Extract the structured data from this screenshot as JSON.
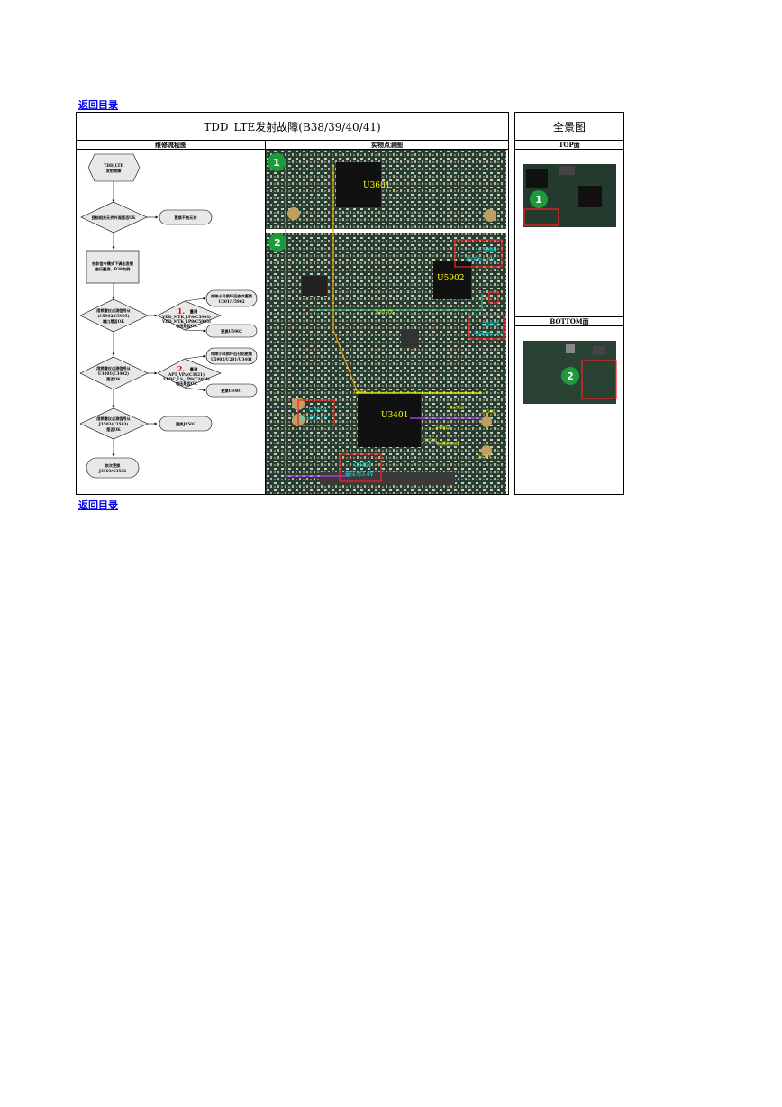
{
  "nav": {
    "back_top": "返回目录",
    "back_bottom": "返回目录"
  },
  "header": {
    "title": "TDD_LTE发射故障(B38/39/40/41)",
    "overview_title": "全景图"
  },
  "columns": {
    "flow": "维修流程图",
    "photo": "实物点测图",
    "top": "TOP面",
    "bottom": "BOTTOM面"
  },
  "flowchart": {
    "start": [
      "TDD_LTE",
      "发射故障"
    ],
    "step1_q": "目检相关元件外观是否OK",
    "step1_no": "更换不良元件",
    "step2": [
      "在非信令模式下调出发射",
      "进行量测，B38为例"
    ],
    "step3_q": [
      "用频谱仪点测信号从",
      "(C5902/C5905)",
      "端口是否OK"
    ],
    "step3_num": "1.",
    "step3_meas": [
      "量测",
      "VDD_MTK_1P8(C5903)",
      "VDD_MTK_1P8(C5905)",
      "电压是否OK"
    ],
    "step3_ok": [
      "排除小料损坏后依次更换",
      "U201/U5902"
    ],
    "step3_no": "更换U5902",
    "step4_q": [
      "用频谱仪点测信号从",
      "U3401(C3402)",
      "是否OK"
    ],
    "step4_num": "2.",
    "step4_meas": [
      "量测",
      "APT_VPA(C3421)",
      "VBBC_LS_1P8(C3404)",
      "电压是否OK"
    ],
    "step4_ok": [
      "排除小料损坏后分别更换",
      "U5902/U201/U3401"
    ],
    "step4_no": "更换U3401",
    "step5_q": [
      "用频谱仪点测信号从",
      "J3503(C3503)",
      "是否OK"
    ],
    "step5_no": "更换J3503",
    "end": [
      "依次更换",
      "J3503/C3502"
    ]
  },
  "photo_labels": {
    "u3601": "U3601",
    "u5902": "U5902",
    "u3401": "U3401",
    "c5904": "C5904",
    "c5904_v": "电压为1.8V",
    "c5905": "C5905",
    "c5905_v": "电压为1.8V",
    "c3404": "C3404",
    "c3404_v": "电压为1.8V",
    "c3421": "C3421",
    "c3421_v": "电压为3.4V",
    "j3502": "J3502",
    "j3501": "J3501",
    "b38_tx": "B38_TX",
    "z4705": "Z4705",
    "z4902": "Z4902",
    "c3402": "C3402",
    "c3502": "C3502",
    "ant_path": "射频到天线",
    "badge1": "1",
    "badge2": "2"
  },
  "colors": {
    "badge": "#1e9a3c",
    "pcb": "#1f3a2a",
    "highlight_red": "#ff2020",
    "trace_orange": "#f0a000",
    "trace_purple": "#c040ff",
    "trace_green": "#40c080"
  }
}
